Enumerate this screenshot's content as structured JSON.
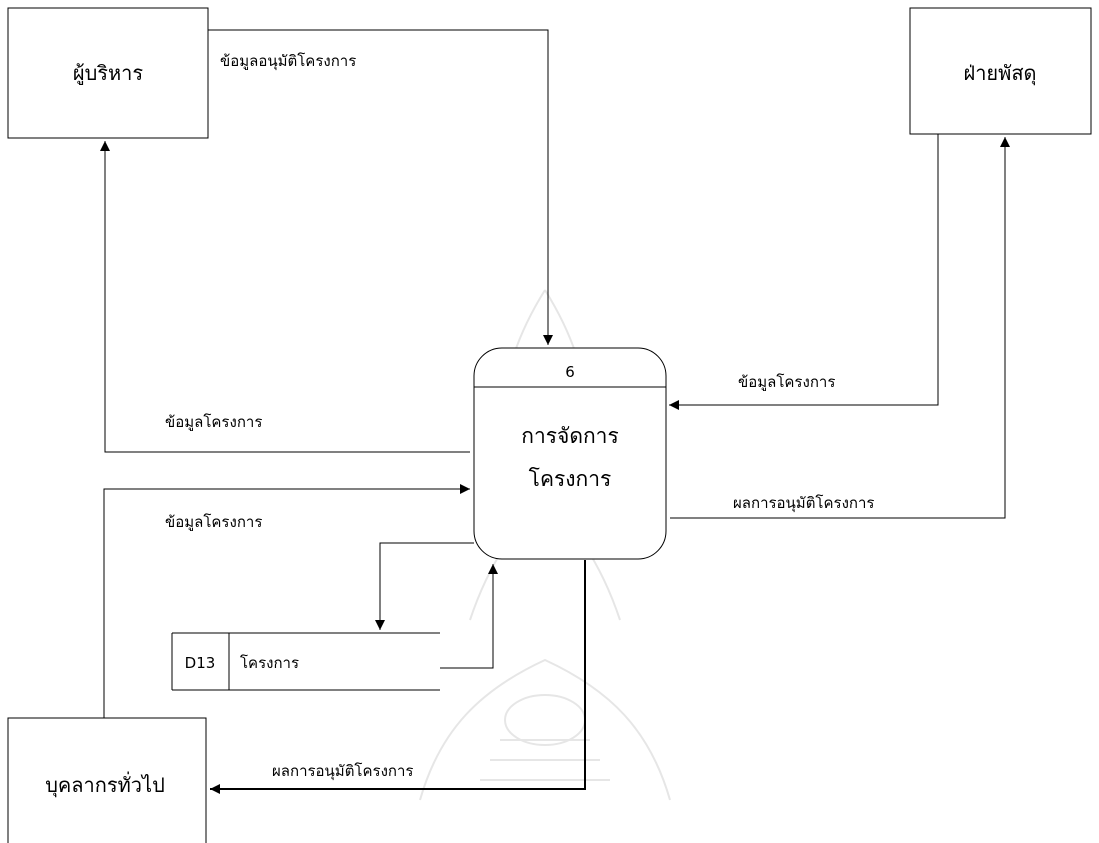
{
  "entities": {
    "executives": "ผู้บริหาร",
    "supplies_dept": "ฝ่ายพัสดุ",
    "general_staff": "บุคลากรทั่วไป"
  },
  "process": {
    "number": "6",
    "name_line1": "การจัดการ",
    "name_line2": "โครงการ"
  },
  "datastore": {
    "id": "D13",
    "name": "โครงการ"
  },
  "flows": {
    "exec_to_process": "ข้อมูลอนุมัติโครงการ",
    "process_to_exec": "ข้อมูลโครงการ",
    "supplies_to_process": "ข้อมูลโครงการ",
    "process_to_supplies": "ผลการอนุมัติโครงการ",
    "staff_to_process": "ข้อมูลโครงการ",
    "process_to_staff": "ผลการอนุมัติโครงการ"
  }
}
